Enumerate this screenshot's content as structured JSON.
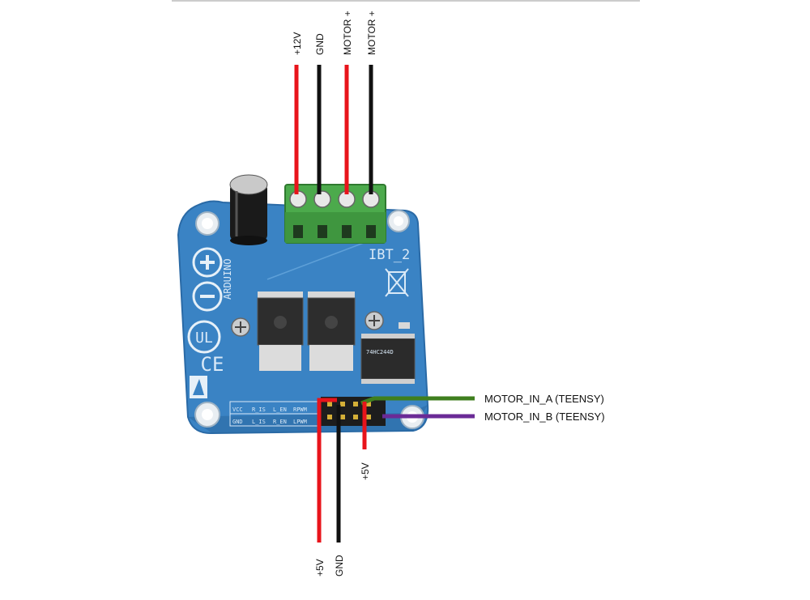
{
  "wire_labels": {
    "top": [
      "+12V",
      "GND",
      "MOTOR +",
      "MOTOR +"
    ],
    "motor_in_a": "MOTOR_IN_A (TEENSY)",
    "motor_in_b": "MOTOR_IN_B (TEENSY)",
    "vcc_short": "+5V",
    "vcc_long": "+5V",
    "gnd_bottom": "GND"
  },
  "board": {
    "model": "IBT_2",
    "vendor_text": "ARDUINO",
    "ic_text": "74HC244D",
    "ce_mark": "CE",
    "ul_mark": "UL",
    "header_labels": [
      "VCC",
      "R_IS",
      "L_EN",
      "RPWM",
      "GND",
      "L_IS",
      "R_EN",
      "LPWM"
    ]
  },
  "colors": {
    "board": "#3a83c4",
    "terminal": "#4caa4c",
    "wire_red": "#e8141b",
    "wire_black": "#111111",
    "wire_green": "#3f7f1e",
    "wire_purple": "#6a2a96"
  }
}
